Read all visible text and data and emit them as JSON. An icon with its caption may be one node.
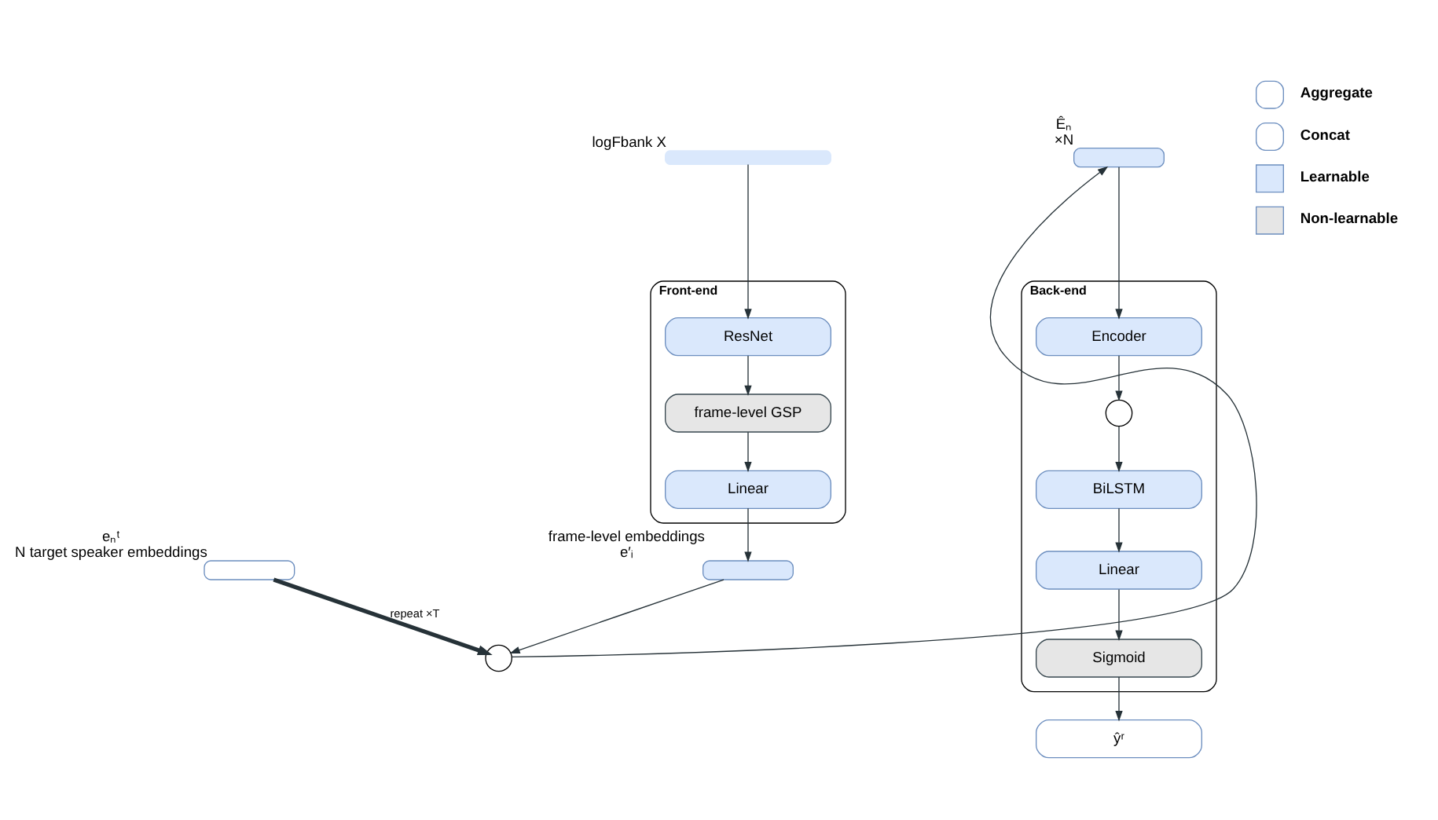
{
  "diagram": {
    "nodes": [
      {
        "text": [],
        "shape": "bar",
        "beside": [
          "logFbank X"
        ]
      },
      {
        "text": [
          "Front-end"
        ]
      },
      {
        "text": [
          "ResNet"
        ],
        "in": 1
      },
      {
        "text": [
          "frame-level GSP"
        ],
        "in": 1
      },
      {
        "text": [
          "Linear"
        ],
        "in": 1
      },
      {
        "text": [],
        "shape": "box",
        "beside": [
          "frame-level embeddings",
          "e′ᵢ"
        ]
      },
      {
        "text": [],
        "shape": "box",
        "beside": [
          "eₙᵗ",
          "N target speaker embeddings"
        ]
      },
      {
        "text": [],
        "shape": "circle"
      },
      {
        "text": [],
        "shape": "box",
        "beside": [
          "Êₙ",
          "×N"
        ]
      },
      {
        "text": [
          "Back-end"
        ]
      },
      {
        "text": [
          "Encoder"
        ],
        "in": 9
      },
      {
        "text": [],
        "shape": "circle",
        "in": 9
      },
      {
        "text": [
          "BiLSTM"
        ],
        "in": 9
      },
      {
        "text": [
          "Linear"
        ],
        "in": 9
      },
      {
        "text": [
          "Sigmoid"
        ],
        "in": 9
      },
      {
        "text": [
          "ŷʳ"
        ]
      }
    ],
    "edges": [
      {
        "from": 0,
        "to": 2,
        "arrow": "to"
      },
      {
        "from": 2,
        "to": 3,
        "arrow": "to"
      },
      {
        "from": 3,
        "to": 4,
        "arrow": "to"
      },
      {
        "from": 4,
        "to": 5,
        "arrow": "to"
      },
      {
        "from": 5,
        "to": 7,
        "arrow": "to"
      },
      {
        "from": 6,
        "to": 7,
        "arrow": "to",
        "label": "repeat ×T",
        "style": "thick"
      },
      {
        "from": 7,
        "to": 8,
        "arrow": "to"
      },
      {
        "from": 8,
        "to": 10,
        "arrow": "to"
      },
      {
        "from": 10,
        "to": 11,
        "arrow": "to"
      },
      {
        "from": 11,
        "to": 12,
        "arrow": "to"
      },
      {
        "from": 12,
        "to": 13,
        "arrow": "to"
      },
      {
        "from": 13,
        "to": 14,
        "arrow": "to"
      },
      {
        "from": 14,
        "to": 15,
        "arrow": "to"
      }
    ],
    "legend": [
      {
        "text": "Aggregate"
      },
      {
        "text": "Concat"
      },
      {
        "text": "Learnable",
        "color": "#dae8fc"
      },
      {
        "text": "Non-learnable",
        "color": "#e6e6e6"
      }
    ]
  }
}
